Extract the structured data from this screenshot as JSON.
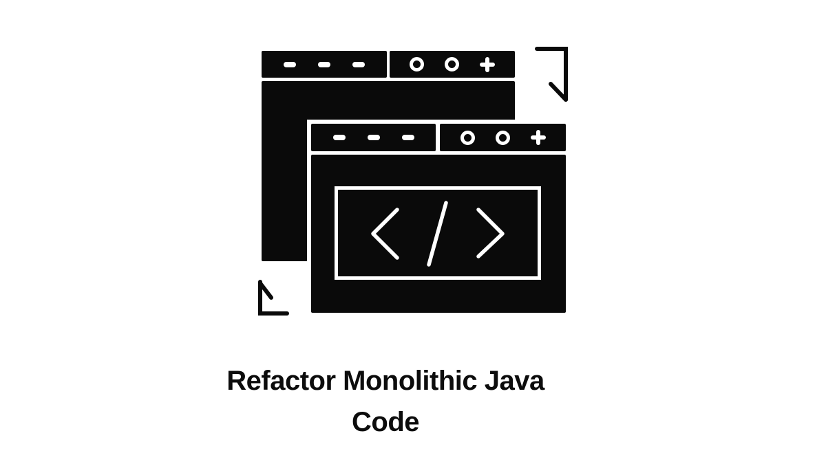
{
  "title_caption": {
    "line1": "Refactor Monolithic Java",
    "line2": "Code"
  },
  "illustration": {
    "type": "glyph-icon",
    "subject": "two overlapping application windows, front window shows code symbol",
    "code_symbol": "</>",
    "back_window": {
      "titlebar_left_icons": [
        "dash",
        "dash",
        "dash"
      ],
      "titlebar_right_icons": [
        "circle",
        "circle",
        "plus"
      ]
    },
    "front_window": {
      "titlebar_left_icons": [
        "dash",
        "dash",
        "dash"
      ],
      "titlebar_right_icons": [
        "circle",
        "circle",
        "plus"
      ]
    },
    "decorations": [
      "corner-bracket-top-right",
      "corner-bracket-bottom-left"
    ]
  },
  "colors": {
    "ink": "#0a0a0a",
    "background": "#ffffff",
    "glyph_stroke": "#ffffff"
  }
}
